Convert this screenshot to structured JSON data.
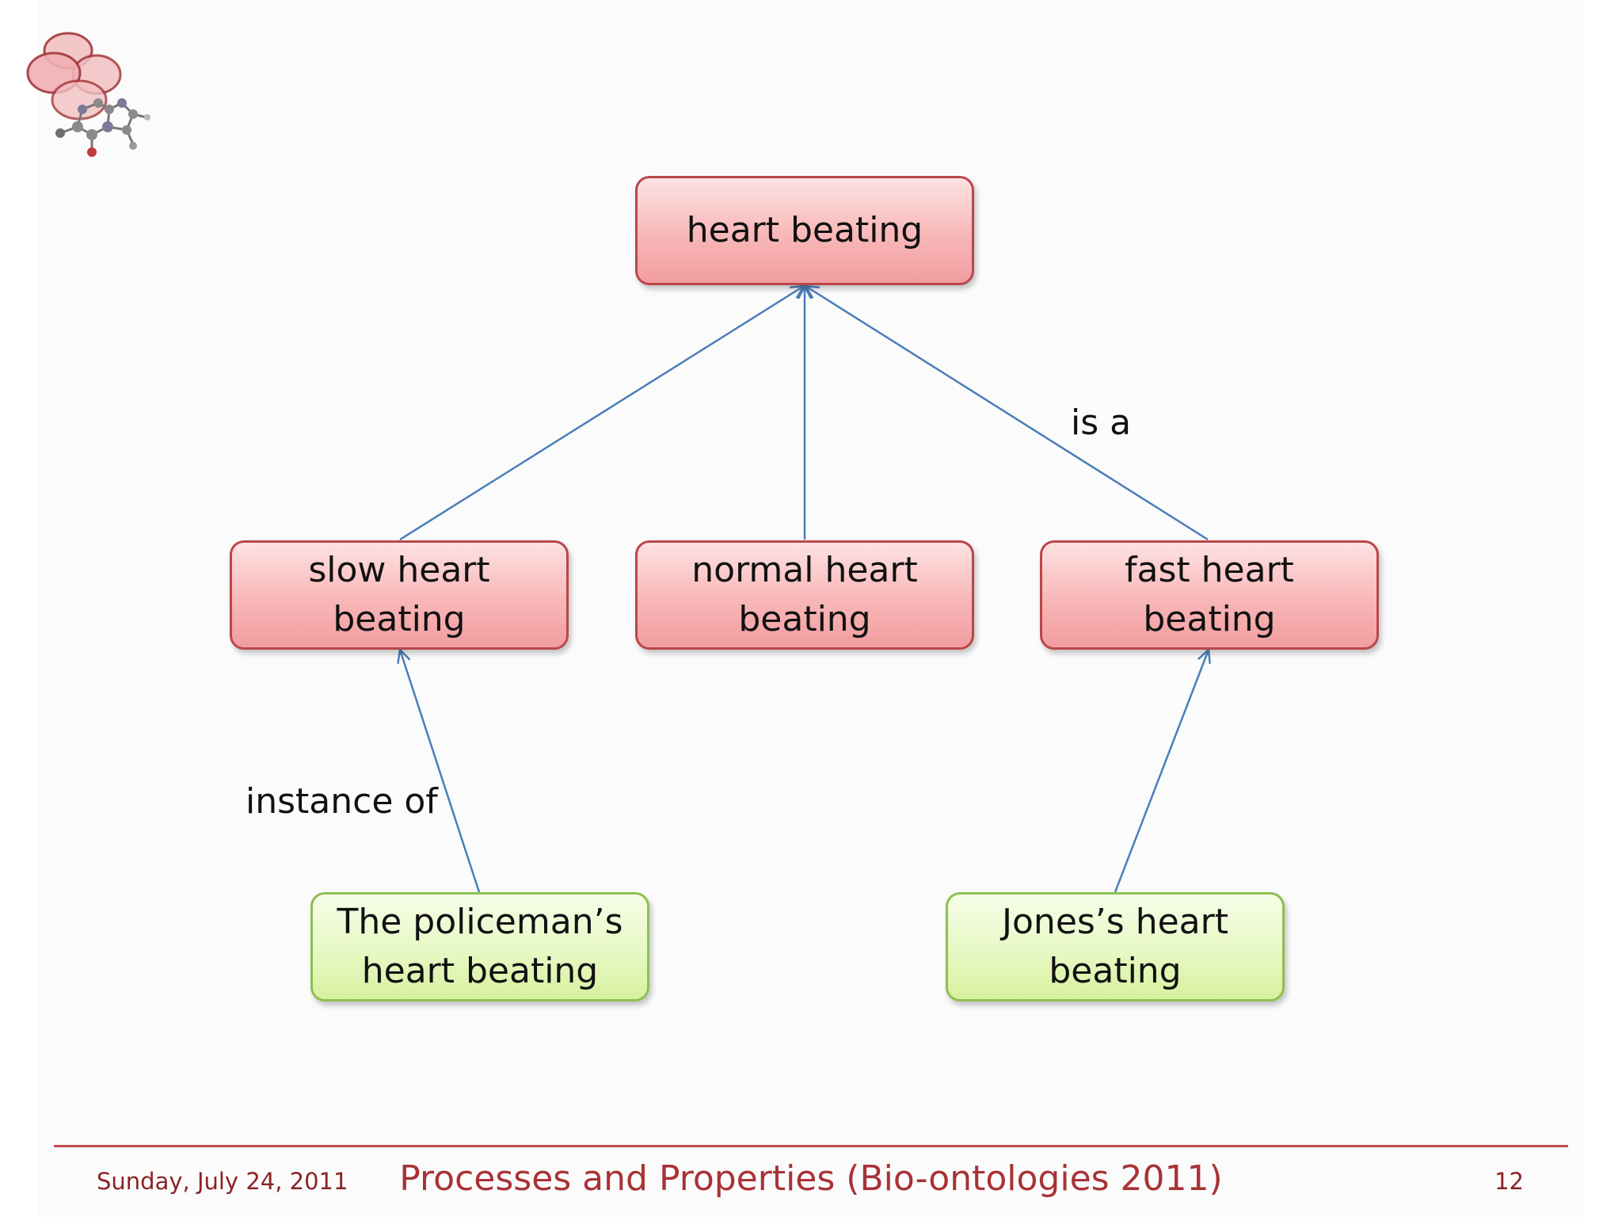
{
  "diagram": {
    "nodes": {
      "heart_beating": "heart beating",
      "slow_heart_beating": "slow heart beating",
      "normal_heart_beating": "normal heart beating",
      "fast_heart_beating": "fast heart beating",
      "policeman_heart_beating": "The policeman’s heart beating",
      "jones_heart_beating": "Jones’s heart beating"
    },
    "edge_labels": {
      "is_a": "is a",
      "instance_of": "instance of"
    },
    "colors": {
      "class_fill": "#f8b7b8",
      "class_border": "#b9474a",
      "instance_fill": "#e7f8c4",
      "instance_border": "#8fbf52",
      "edge": "#4a7ebb"
    }
  },
  "footer": {
    "date": "Sunday, July 24, 2011",
    "title": "Processes and Properties (Bio-ontologies 2011)",
    "page": "12",
    "accent": "#c0504d"
  },
  "logo": {
    "icon": "molecule-logo-icon"
  }
}
